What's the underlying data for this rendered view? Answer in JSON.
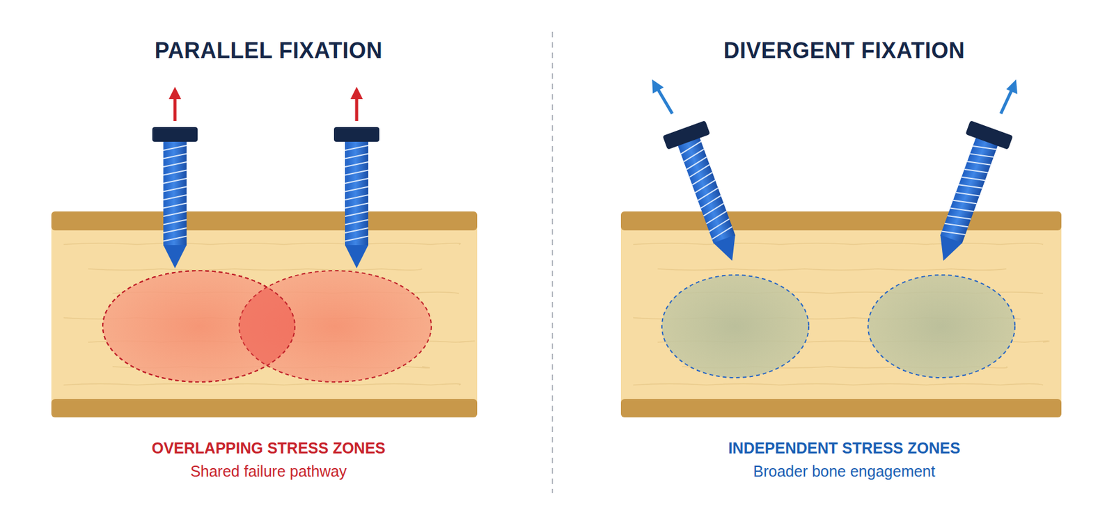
{
  "diagram": {
    "labels": [
      "PARALLEL FIXATION",
      "DIVERGENT FIXATION",
      "OVERLAPPING STRESS ZONES",
      "Shared failure pathway",
      "INDEPENDENT STRESS ZONES",
      "Broader bone engagement"
    ]
  }
}
